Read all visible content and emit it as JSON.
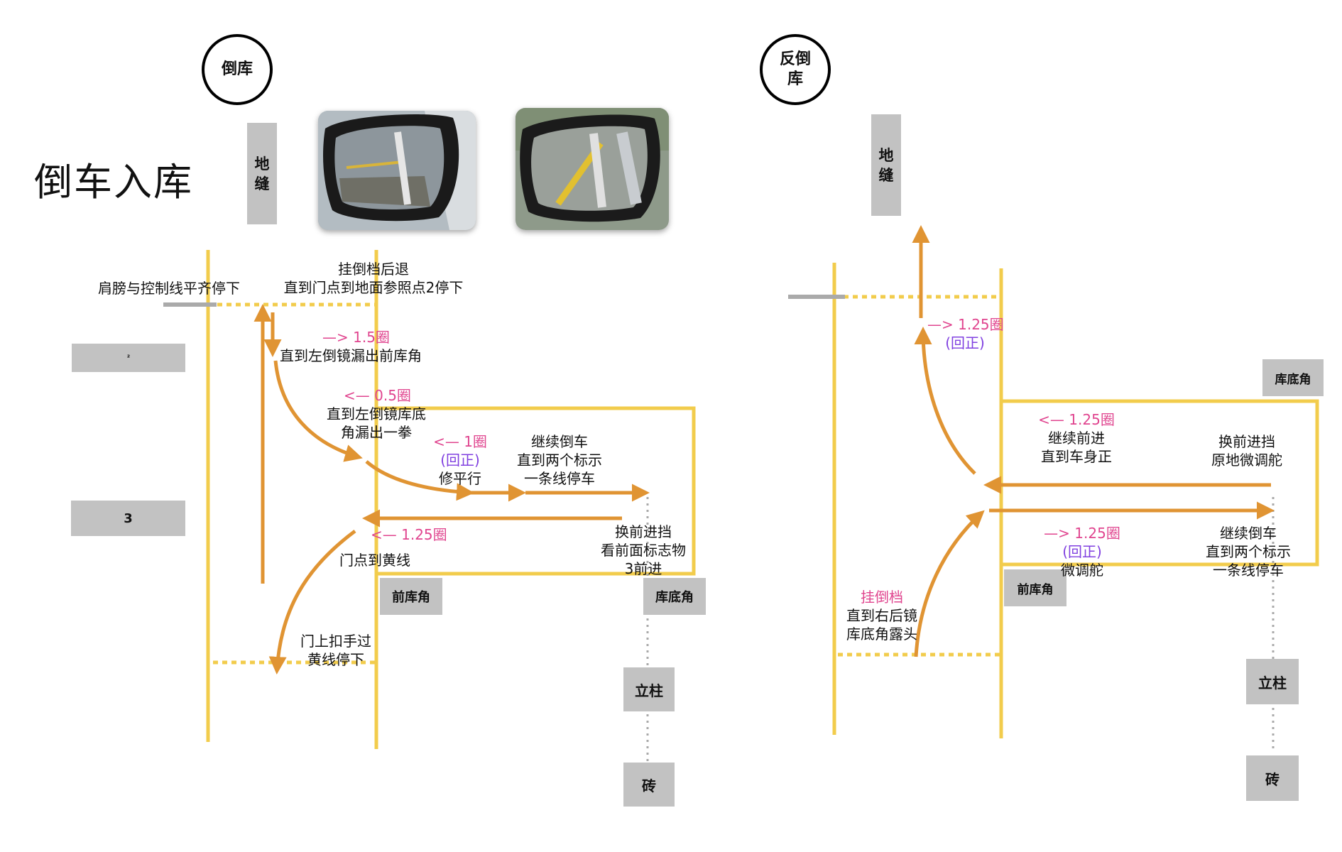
{
  "colors": {
    "yellow": "#f2cc4c",
    "orange": "#e09433",
    "gray": "#c2c2c2",
    "pink": "#e0458f",
    "purple": "#8040e0"
  },
  "left": {
    "circle": "倒库",
    "title": "倒车入库",
    "ground_seam": "地缝",
    "box_small": "²",
    "box_3": "3",
    "front_corner": "前库角",
    "bottom_corner": "库底角",
    "pillar": "立柱",
    "brick": "砖",
    "step1": "肩膀与控制线平齐停下",
    "step2_a": "挂倒档后退",
    "step2_b": "直到门点到地面参照点2停下",
    "step3_turn": "—> 1.5圈",
    "step3": "直到左倒镜漏出前库角",
    "step4_turn": "<— 0.5圈",
    "step4_a": "直到左倒镜库底",
    "step4_b": "角漏出一拳",
    "step5_turn": "<— 1圈",
    "step5_back": "(回正)",
    "step5": "修平行",
    "step6_a": "继续倒车",
    "step6_b": "直到两个标示",
    "step6_c": "一条线停车",
    "step7_a": "换前进挡",
    "step7_b": "看前面标志物",
    "step7_c": "3前进",
    "step8_turn": "<— 1.25圈",
    "step8": "门点到黄线",
    "step9_a": "门上扣手过",
    "step9_b": "黄线停下"
  },
  "right": {
    "circle": "反倒库",
    "ground_seam": "地缝",
    "bottom_corner": "库底角",
    "front_corner": "前库角",
    "pillar": "立柱",
    "brick": "砖",
    "turn_top": "—> 1.25圈",
    "back_top": "(回正)",
    "turn_mid": "<— 1.25圈",
    "mid_a": "继续前进",
    "mid_b": "直到车身正",
    "right_a": "换前进挡",
    "right_b": "原地微调舵",
    "turn_low": "—> 1.25圈",
    "back_low": "(回正)",
    "low": "微调舵",
    "low_right_a": "继续倒车",
    "low_right_b": "直到两个标示",
    "low_right_c": "一条线停车",
    "start_turn": "挂倒档",
    "start_a": "直到右后镜",
    "start_b": "库底角露头"
  }
}
